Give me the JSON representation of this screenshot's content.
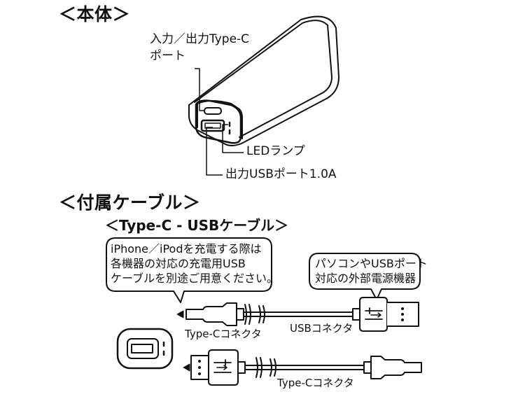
{
  "sections": {
    "main_unit": "＜本体＞",
    "accessories": "＜付属ケーブル＞",
    "cable_title": "＜Type-C - USBケーブル＞"
  },
  "device_labels": {
    "port_in_out_line1": "入力／出力Type-C",
    "port_in_out_line2": "ポート",
    "led": "LEDランプ",
    "usb_out": "出力USBポート1.0A"
  },
  "callouts": {
    "iphone_lines": [
      "iPhone／iPodを充電する際は",
      "各機器の対応の充電用USB",
      "ケーブルを別途ご用意ください。"
    ],
    "pc_lines": [
      "パソコンやUSBポート",
      "対応の外部電源機器"
    ]
  },
  "connector_labels": {
    "type_c_top": "Type-Cコネクタ",
    "usb_top": "USBコネクタ",
    "type_c_bottom": "Type-Cコネクタ"
  },
  "colors": {
    "ink": "#111111",
    "background": "#ffffff"
  }
}
